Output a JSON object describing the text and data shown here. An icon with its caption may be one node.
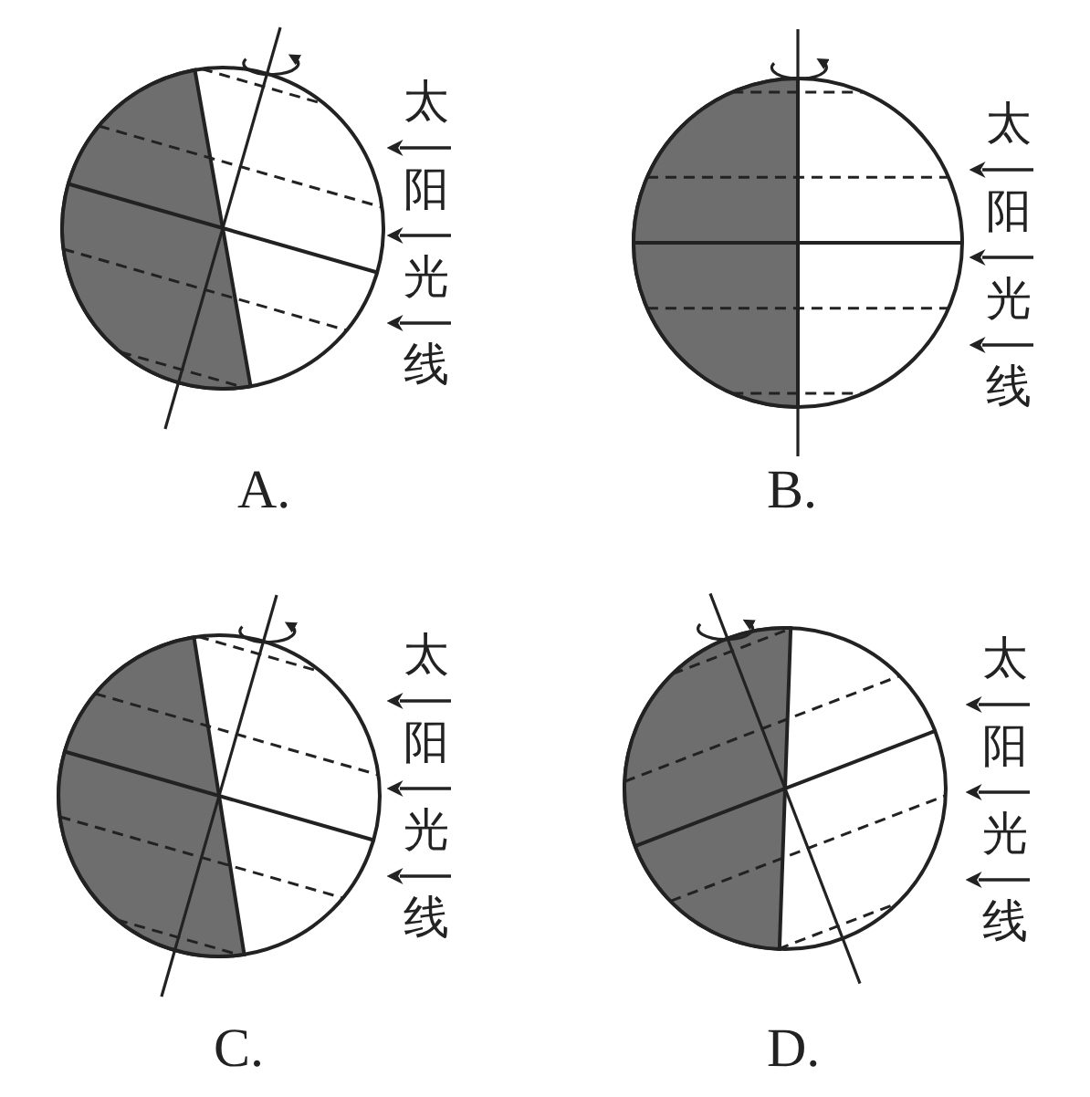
{
  "diagram": {
    "labels": [
      "太阳光线",
      "太阳光线",
      "A.",
      "B.",
      "太阳光线",
      "太阳光线",
      "C.",
      "D."
    ]
  }
}
